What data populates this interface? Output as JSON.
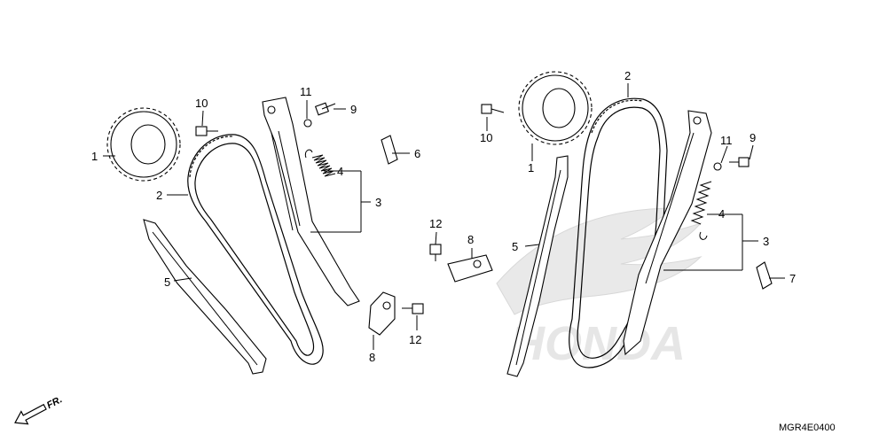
{
  "diagram": {
    "callouts": {
      "l_sprocket": "1",
      "l_chain": "2",
      "l_tensioner": "3",
      "l_spring": "4",
      "l_guide": "5",
      "l_rubber": "6",
      "l_bolt_9": "9",
      "l_bolt_10": "10",
      "l_washer_11": "11",
      "c_plate_8a": "8",
      "c_plate_8b": "8",
      "c_bolt_12a": "12",
      "c_bolt_12b": "12",
      "r_sprocket": "1",
      "r_chain": "2",
      "r_tensioner": "3",
      "r_spring": "4",
      "r_guide": "5",
      "r_rubber": "7",
      "r_bolt_9": "9",
      "r_bolt_10": "10",
      "r_washer_11": "11"
    },
    "front_indicator": "FR.",
    "drawing_code": "MGR4E0400",
    "watermark_brand": "HONDA"
  }
}
